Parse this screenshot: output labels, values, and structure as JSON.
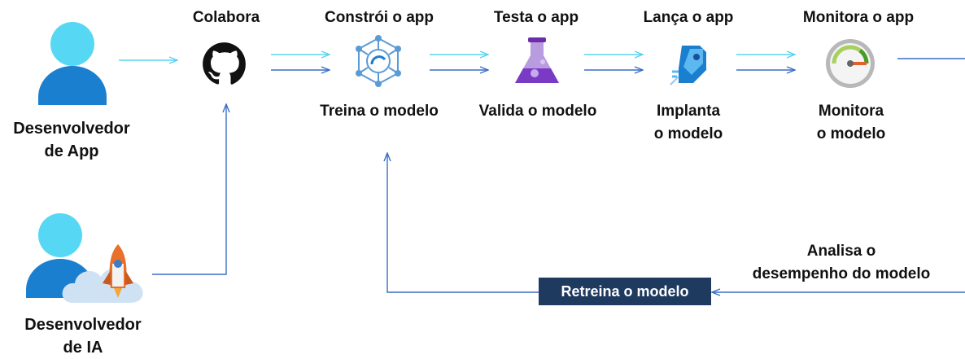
{
  "actors": {
    "app_developer": "Desenvolvedor\nde App",
    "ai_developer": "Desenvolvedor\nde IA"
  },
  "stages": [
    {
      "top": "Colabora",
      "bottom": "",
      "icon": "github-icon"
    },
    {
      "top": "Constrói o app",
      "bottom": "Treina o modelo",
      "icon": "ml-network-icon"
    },
    {
      "top": "Testa o app",
      "bottom": "Valida o modelo",
      "icon": "flask-icon"
    },
    {
      "top": "Lança o app",
      "bottom": "Implanta\no modelo",
      "icon": "deploy-rocket-icon"
    },
    {
      "top": "Monitora o app",
      "bottom": "Monitora\no modelo",
      "icon": "gauge-icon"
    }
  ],
  "feedback": {
    "analyze": "Analisa o\ndesempenho do modelo",
    "retrain": "Retreina o modelo"
  },
  "colors": {
    "light_arrow": "#5bd3f0",
    "dark_arrow": "#3a6fc4",
    "badge": "#1e3a5f"
  }
}
